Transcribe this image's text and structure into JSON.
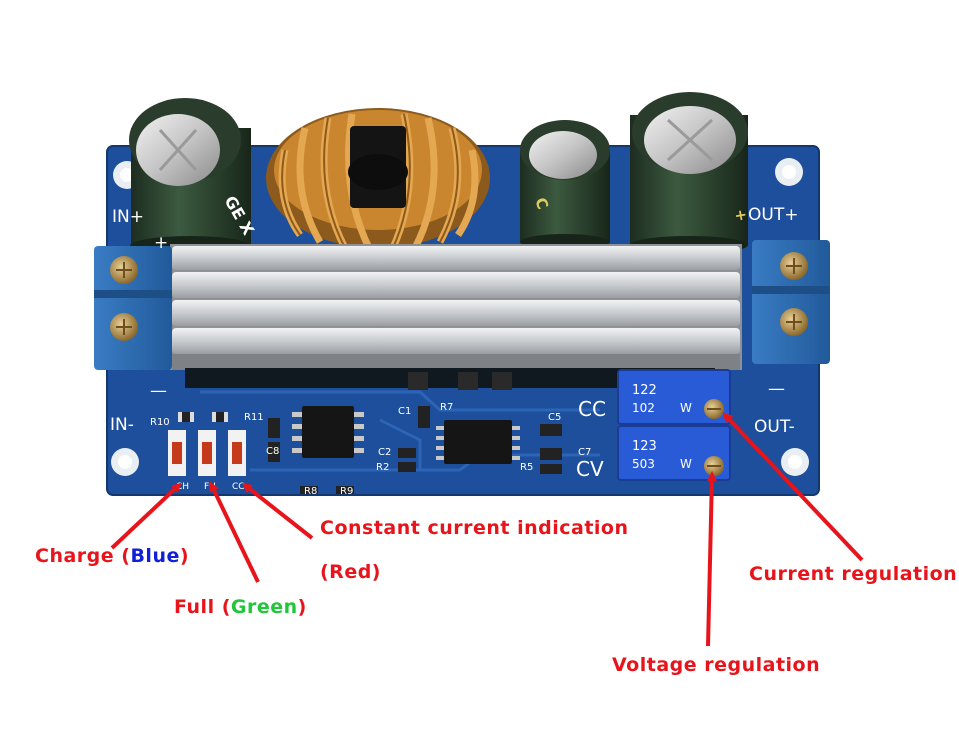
{
  "board": {
    "terminal_labels": {
      "in_plus": "IN+",
      "in_minus": "IN-",
      "out_plus": "OUT+",
      "out_minus": "OUT-",
      "plus_mark": "+",
      "minus_mark": "—"
    },
    "mode_labels": {
      "cc": "CC",
      "cv": "CV"
    },
    "pot_markings": {
      "top": {
        "code": "122",
        "sub": "102",
        "mark": "W"
      },
      "bottom": {
        "code": "123",
        "sub": "503",
        "mark": "W"
      }
    },
    "component_refs": [
      "R10",
      "R11",
      "R7",
      "C1",
      "C5",
      "C8",
      "C2",
      "R2",
      "C7",
      "R5",
      "R8",
      "R9"
    ],
    "led_codes": [
      "CH",
      "FU",
      "CC"
    ]
  },
  "annotations": {
    "charge": {
      "prefix": "Charge (",
      "color_word": "Blue",
      "suffix": ")"
    },
    "full": {
      "prefix": "Full (",
      "color_word": "Green",
      "suffix": ")"
    },
    "constant_current": {
      "line1": "Constant current indication",
      "line2": "(Red)"
    },
    "current_regulation": "Current regulation",
    "voltage_regulation": "Voltage regulation"
  },
  "colors": {
    "pcb": "#1d4f9c",
    "arrow": "#e8141b",
    "heatsink": "#c9ccd0",
    "terminal_block": "#2f6fb5",
    "copper_coil": "#c9862f",
    "potentiometer": "#2a5bd6"
  }
}
